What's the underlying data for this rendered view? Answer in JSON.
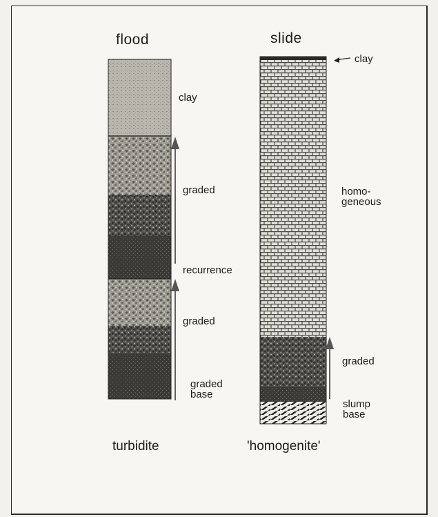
{
  "columns": {
    "left": {
      "heading": "flood",
      "footer": "turbidite",
      "layers": {
        "clay": "clay",
        "graded_upper": "graded",
        "recurrence": "recurrence",
        "graded_lower": "graded",
        "graded_base": "graded\nbase"
      }
    },
    "right": {
      "heading": "slide",
      "footer": "'homogenite'",
      "layers": {
        "clay": "clay",
        "homogeneous": "homo-\ngeneous",
        "graded": "graded",
        "slump_base": "slump\nbase"
      }
    }
  },
  "colors": {
    "ink": "#1c1c1c",
    "paper": "#f7f6f1"
  }
}
